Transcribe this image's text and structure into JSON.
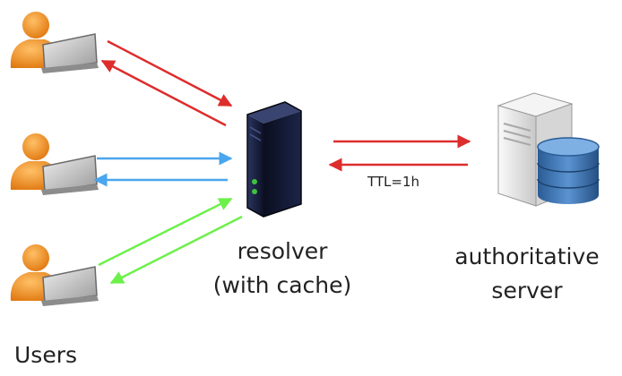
{
  "labels": {
    "resolver_line1": "resolver",
    "resolver_line2": "(with cache)",
    "authoritative_line1": "authoritative",
    "authoritative_line2": "server",
    "users": "Users",
    "ttl": "TTL=1h"
  },
  "icons": {
    "user": "user-with-laptop-icon",
    "resolver": "server-tower-icon",
    "authoritative": "server-with-database-icon"
  },
  "colors": {
    "user_top_arrows": "#dd2d2d",
    "user_middle_arrows": "#4aa6ee",
    "user_bottom_arrows": "#6cf04a",
    "resolver_authoritative_arrows": "#dd2d2d",
    "person": "#f08c1e",
    "resolver_body": "#141a33",
    "resolver_led": "#3fc23f",
    "database": "#3d72ad"
  }
}
